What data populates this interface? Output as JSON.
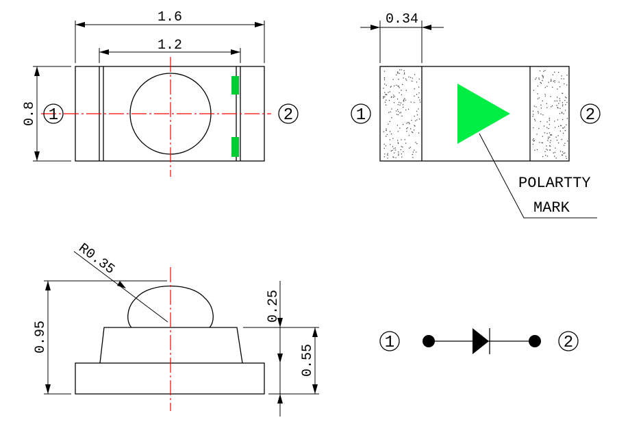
{
  "colors": {
    "line": "#000000",
    "centerline": "#ff0000",
    "pad_green": "#00cc33",
    "polarity_green": "#00ee44",
    "background": "#ffffff"
  },
  "top_view": {
    "dim_total_width": "1.6",
    "dim_inner_width": "1.2",
    "dim_height": "0.8",
    "pin1": "1",
    "pin2": "2"
  },
  "bottom_view": {
    "dim_electrode_width": "0.34",
    "pin1": "1",
    "pin2": "2",
    "polarity_label_line1": "POLARTTY",
    "polarity_label_line2": "MARK"
  },
  "side_view": {
    "dim_radius": "R0.35",
    "dim_total_height": "0.95",
    "dim_dome_height": "0.25",
    "dim_body_height": "0.55"
  },
  "symbol": {
    "pin1": "1",
    "pin2": "2"
  }
}
